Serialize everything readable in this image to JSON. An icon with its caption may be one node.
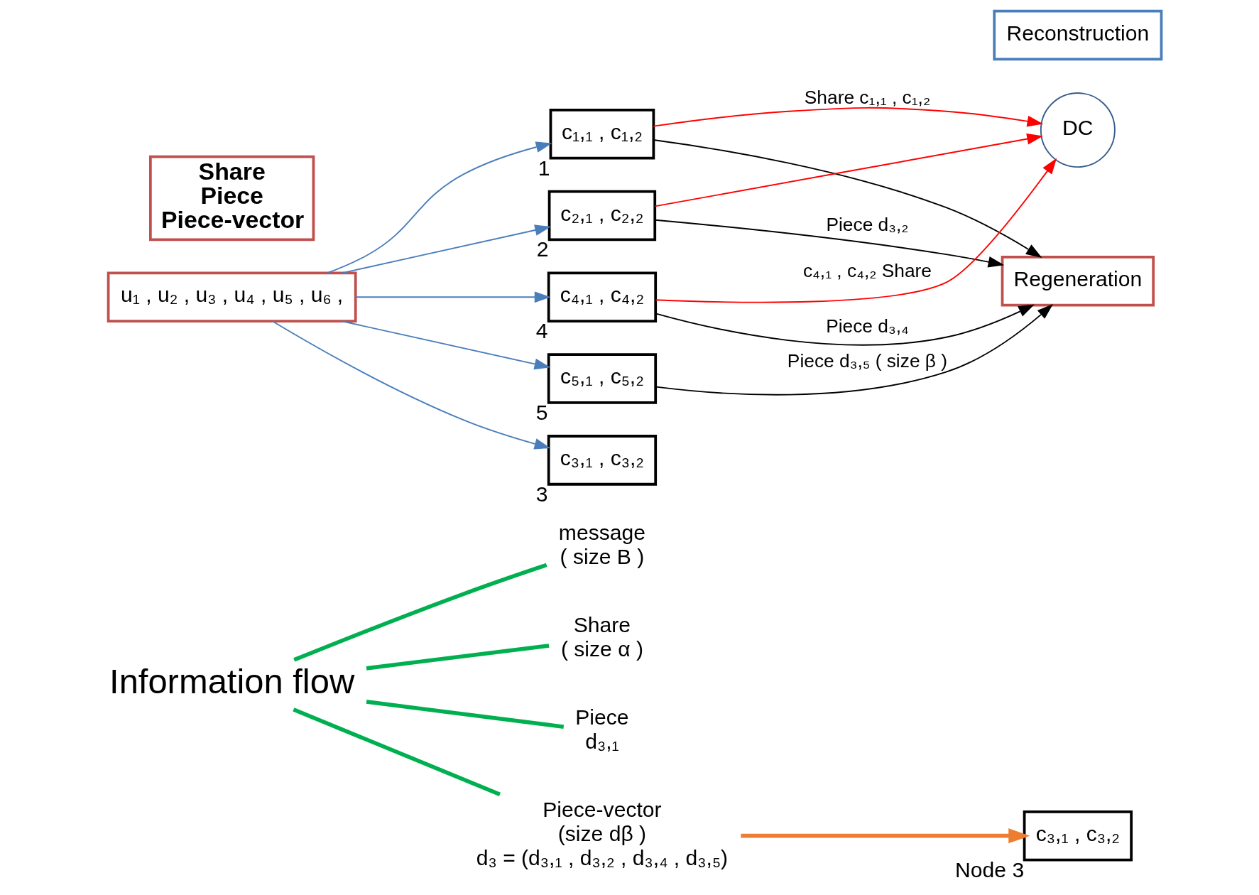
{
  "diagram": {
    "nodes": [
      {
        "text": [
          "Information flow"
        ]
      },
      {
        "text": [
          "message",
          "( size B )"
        ]
      },
      {
        "text": [
          "u₁ , u₂ , u₃ , u₄ , u₅ , u₆ ,"
        ]
      },
      {
        "text": [
          "c₁,₁ , c₁,₂"
        ],
        "beside": [
          "1"
        ]
      },
      {
        "text": [
          "c₂,₁ , c₂,₂"
        ],
        "beside": [
          "2"
        ]
      },
      {
        "text": [
          "c₃,₁ , c₃,₂"
        ],
        "beside": [
          "3"
        ]
      },
      {
        "text": [
          "c₄,₁ , c₄,₂"
        ],
        "beside": [
          "4"
        ]
      },
      {
        "text": [
          "c₅,₁ , c₅,₂"
        ],
        "beside": [
          "5"
        ]
      },
      {
        "text": [
          "Share",
          "( size α )"
        ]
      },
      {
        "text": [
          "Piece",
          "d₃,₁"
        ]
      },
      {
        "text": [
          "Reconstruction"
        ]
      },
      {
        "text": [
          "DC"
        ]
      },
      {
        "text": [
          "Regeneration"
        ]
      },
      {
        "text": [
          "Piece-vector",
          "(size dβ )",
          "d₃ = (d₃,₁ , d₃,₂ , d₃,₄ , d₃,₅)"
        ]
      },
      {
        "text": [
          "c₃,₁ , c₃,₂"
        ],
        "beside": [
          "Node 3"
        ]
      }
    ],
    "edges": [
      {
        "from": 0,
        "to": 1,
        "arrow": "none",
        "style": "thick",
        "color": "#00b050"
      },
      {
        "from": 0,
        "to": 8,
        "arrow": "none",
        "style": "thick",
        "color": "#00b050"
      },
      {
        "from": 0,
        "to": 9,
        "arrow": "none",
        "style": "thick",
        "color": "#00b050"
      },
      {
        "from": 0,
        "to": 13,
        "arrow": "none",
        "style": "thick",
        "color": "#00b050"
      },
      {
        "from": 2,
        "to": 3,
        "arrow": "to",
        "color": "#4a7ebb"
      },
      {
        "from": 2,
        "to": 4,
        "arrow": "to",
        "color": "#4a7ebb"
      },
      {
        "from": 2,
        "to": 5,
        "arrow": "to",
        "color": "#4a7ebb"
      },
      {
        "from": 2,
        "to": 6,
        "arrow": "to",
        "color": "#4a7ebb"
      },
      {
        "from": 2,
        "to": 7,
        "arrow": "to",
        "color": "#4a7ebb"
      },
      {
        "from": 3,
        "to": 11,
        "arrow": "to",
        "label": "Share c₁,₁ , c₁,₂",
        "color": "#ff0000"
      },
      {
        "from": 4,
        "to": 11,
        "arrow": "to",
        "color": "#ff0000"
      },
      {
        "from": 6,
        "to": 11,
        "arrow": "to",
        "label": "c₄,₁ , c₄,₂ Share",
        "color": "#ff0000"
      },
      {
        "from": 3,
        "to": 12,
        "arrow": "to",
        "color": "#000000"
      },
      {
        "from": 4,
        "to": 12,
        "arrow": "to",
        "label": "Piece d₃,₂",
        "color": "#000000"
      },
      {
        "from": 6,
        "to": 12,
        "arrow": "to",
        "label": "Piece d₃,₄",
        "color": "#000000"
      },
      {
        "from": 7,
        "to": 12,
        "arrow": "to",
        "label": "Piece d₃,₅ ( size β )",
        "color": "#000000"
      },
      {
        "from": 13,
        "to": 14,
        "arrow": "to",
        "style": "thick",
        "color": "#ed7d31"
      }
    ],
    "labels": [
      "Share",
      "Piece",
      "Piece-vector"
    ]
  }
}
